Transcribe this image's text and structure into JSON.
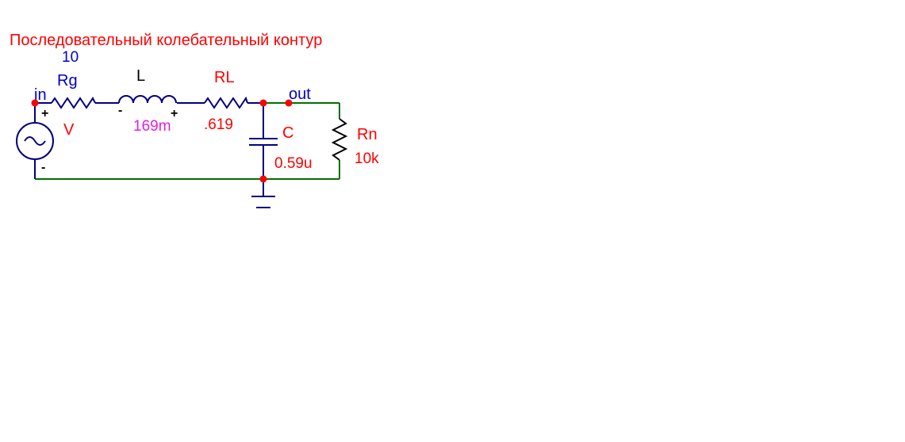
{
  "title": "Последовательный колебательный контур",
  "nodes": {
    "in": "in",
    "out": "out"
  },
  "components": {
    "source": {
      "name": "V",
      "plus": "+",
      "minus": "-"
    },
    "rg": {
      "name": "Rg",
      "value": "10"
    },
    "l": {
      "name": "L",
      "value": "169m",
      "minus": "-",
      "plus": "+"
    },
    "rl": {
      "name": "RL",
      "value": ".619"
    },
    "c": {
      "name": "C",
      "value": "0.59u"
    },
    "rn": {
      "name": "Rn",
      "value": "10k"
    }
  },
  "colors": {
    "background": "#ffffff",
    "title": "#ff0000",
    "component_red": "#ff0000",
    "component_blue": "#0000cc",
    "inductor_value": "#e020e0",
    "wire_green": "#007000",
    "symbol_navy": "#000080",
    "junction": "#ff0000",
    "black": "#000000"
  }
}
